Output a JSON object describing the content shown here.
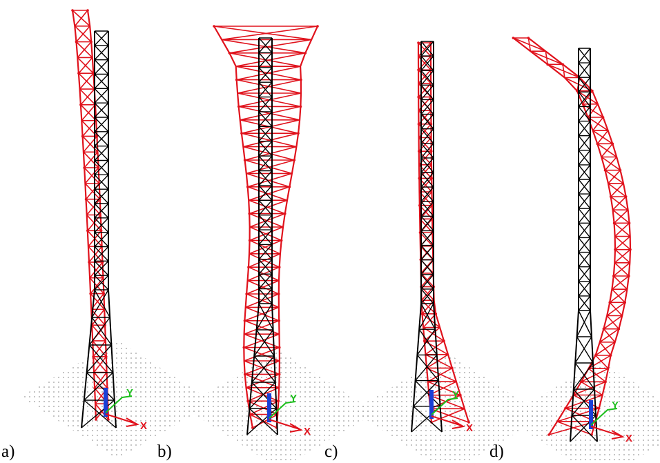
{
  "panels": [
    {
      "label": "a)",
      "mode": "sway-left"
    },
    {
      "label": "b)",
      "mode": "torsion-flare"
    },
    {
      "label": "c)",
      "mode": "base-buckle"
    },
    {
      "label": "d)",
      "mode": "bow-right"
    }
  ],
  "axes": {
    "x": "X",
    "y": "Y"
  },
  "colors": {
    "undeformed": "#000000",
    "deformed": "#e0121c",
    "node": "#e0121c",
    "grid": "#9a9a9a",
    "axis_x": "#e0121c",
    "axis_y": "#1dbf1d",
    "axis_z": "#1a3fd6"
  },
  "icons": [
    "ground-grid-icon",
    "axis-triad-icon"
  ]
}
